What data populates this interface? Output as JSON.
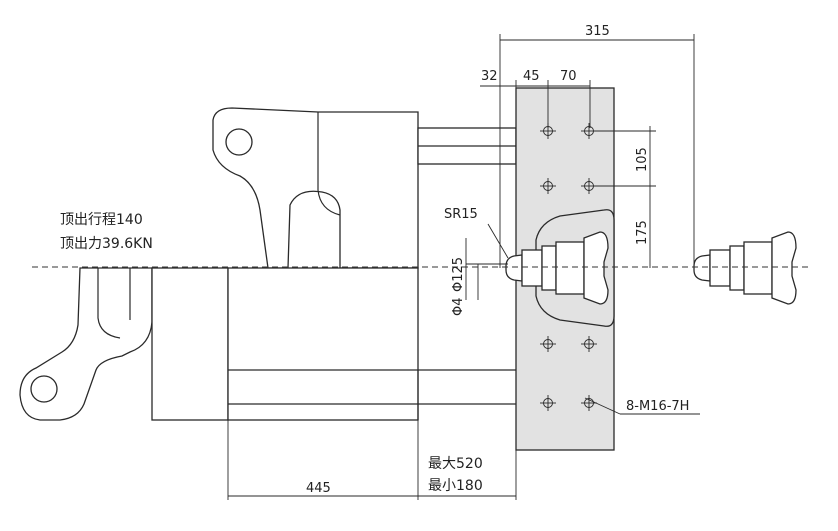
{
  "labels": {
    "eject_stroke": "顶出行程140",
    "eject_force": "顶出力39.6KN",
    "dim_315": "315",
    "dim_32": "32",
    "dim_45": "45",
    "dim_70": "70",
    "dim_105": "105",
    "dim_175": "175",
    "sr15": "SR15",
    "phi125": "Φ125",
    "phi4": "Φ4",
    "holes": "8-M16-7H",
    "dim_445": "445",
    "max": "最大520",
    "min": "最小180"
  }
}
